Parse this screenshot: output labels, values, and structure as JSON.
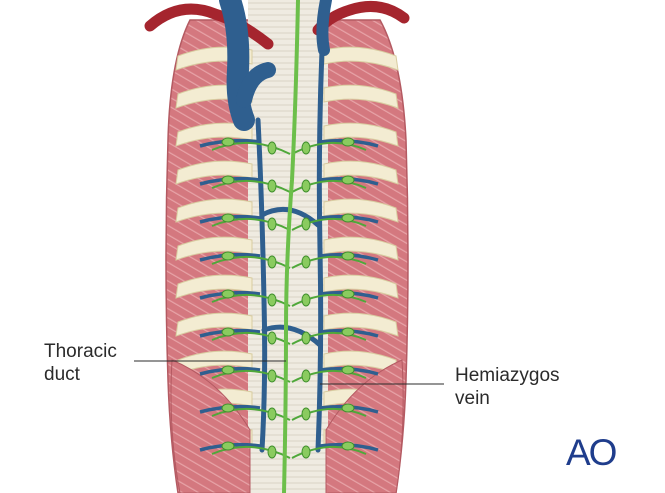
{
  "labels": {
    "thoracic_duct": "Thoracic\nduct",
    "hemiazygos_vein": "Hemiazygos\nvein"
  },
  "logo": {
    "text": "AO",
    "color": "#1f3d8c"
  },
  "colors": {
    "muscle": "#d4787f",
    "muscle_dark": "#b45a62",
    "rib": "#f3ecd2",
    "rib_edge": "#d8cca0",
    "vein": "#2f5f8f",
    "vein_dark": "#1f4166",
    "artery": "#a5252e",
    "lymph": "#6cbf4a",
    "lymph_dark": "#3f8f2c",
    "spine": "#ece8de",
    "text": "#2b2b2b"
  }
}
